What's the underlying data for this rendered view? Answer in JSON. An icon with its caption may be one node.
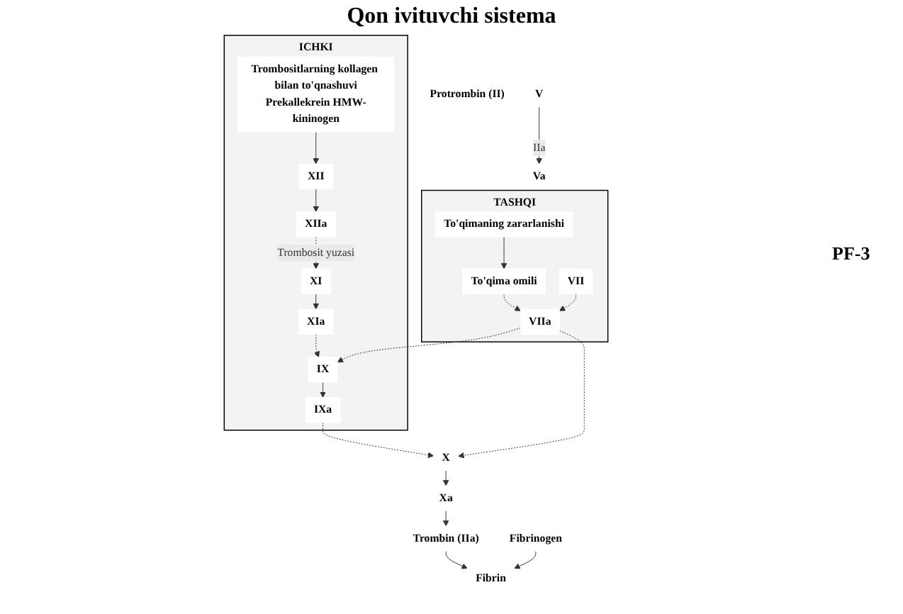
{
  "diagram": {
    "title": "Qon ivituvchi sistema",
    "nodes": [
      {
        "text": [
          "ICHKI"
        ]
      },
      {
        "text": [
          "Trombositlarning kollagen bilan to'qnashuvi",
          "Prekallekrein HMW-kininogen"
        ],
        "in": 0
      },
      {
        "text": [
          "XII"
        ],
        "in": 0
      },
      {
        "text": [
          "XIIa"
        ],
        "in": 0
      },
      {
        "text": [
          "XI"
        ],
        "in": 0
      },
      {
        "text": [
          "XIa"
        ],
        "in": 0
      },
      {
        "text": [
          "IX"
        ],
        "in": 0
      },
      {
        "text": [
          "IXa"
        ],
        "in": 0
      },
      {
        "text": [
          "TASHQI"
        ]
      },
      {
        "text": [
          "To'qimaning zararlanishi"
        ],
        "in": 8
      },
      {
        "text": [
          "To'qima omili"
        ],
        "in": 8
      },
      {
        "text": [
          "VII"
        ],
        "in": 8
      },
      {
        "text": [
          "VIIa"
        ],
        "in": 8
      },
      {
        "text": [
          "X"
        ]
      },
      {
        "text": [
          "Xa"
        ]
      },
      {
        "text": [
          "V"
        ]
      },
      {
        "text": [
          "Va"
        ]
      },
      {
        "text": [
          "Protrombin (II)"
        ]
      },
      {
        "text": [
          "Trombin (IIa)"
        ]
      },
      {
        "text": [
          "Fibrinogen"
        ]
      },
      {
        "text": [
          "Fibrin"
        ]
      }
    ],
    "edges": [
      {
        "from": 1,
        "to": 2,
        "arrow": "to"
      },
      {
        "from": 2,
        "to": 3,
        "arrow": "to"
      },
      {
        "from": 3,
        "to": 4,
        "arrow": "to",
        "style": "dashed",
        "label": "Trombosit yuzasi"
      },
      {
        "from": 4,
        "to": 5,
        "arrow": "to"
      },
      {
        "from": 5,
        "to": 6,
        "arrow": "to",
        "style": "dashed"
      },
      {
        "from": 6,
        "to": 7,
        "arrow": "to"
      },
      {
        "from": 9,
        "to": 10,
        "arrow": "to"
      },
      {
        "from": 10,
        "to": 12,
        "arrow": "to",
        "style": "dashed"
      },
      {
        "from": 11,
        "to": 12,
        "arrow": "to",
        "style": "dashed"
      },
      {
        "from": 12,
        "to": 6,
        "arrow": "to",
        "style": "dashed"
      },
      {
        "from": 7,
        "to": 13,
        "arrow": "to",
        "style": "dashed"
      },
      {
        "from": 12,
        "to": 13,
        "arrow": "to",
        "style": "dashed"
      },
      {
        "from": 13,
        "to": 14,
        "arrow": "to"
      },
      {
        "from": 15,
        "to": 16,
        "arrow": "to",
        "label": "IIa"
      },
      {
        "from": 14,
        "to": 18,
        "arrow": "to"
      },
      {
        "from": 18,
        "to": 20,
        "arrow": "to"
      },
      {
        "from": 19,
        "to": 20,
        "arrow": "to"
      }
    ],
    "labels": [
      "PF-3"
    ]
  }
}
